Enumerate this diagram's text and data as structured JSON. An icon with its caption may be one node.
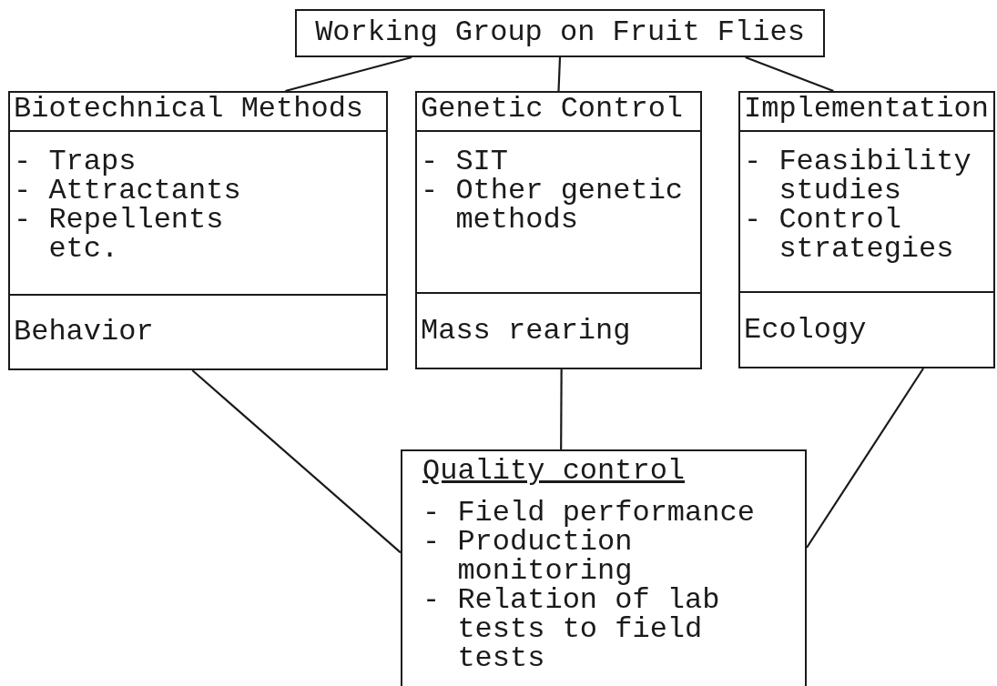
{
  "diagram": {
    "nodes": [
      {
        "text": [
          "Working Group on Fruit Flies"
        ]
      },
      {
        "text": [
          "Biotechnical Methods",
          "- Traps",
          "- Attractants",
          "- Repellents etc.",
          "Behavior"
        ]
      },
      {
        "text": [
          "Genetic Control",
          "- SIT",
          "- Other genetic methods",
          "Mass rearing"
        ]
      },
      {
        "text": [
          "Implementation",
          "- Feasibility studies",
          "- Control strategies",
          "Ecology"
        ]
      },
      {
        "text": [
          "Quality control",
          "- Field performance",
          "- Production monitoring",
          "- Relation of lab tests to field tests"
        ]
      }
    ],
    "edges": [
      {
        "from": 0,
        "to": 1,
        "arrow": "none"
      },
      {
        "from": 0,
        "to": 2,
        "arrow": "none"
      },
      {
        "from": 0,
        "to": 3,
        "arrow": "none"
      },
      {
        "from": 1,
        "to": 4,
        "arrow": "none"
      },
      {
        "from": 2,
        "to": 4,
        "arrow": "none"
      },
      {
        "from": 3,
        "to": 4,
        "arrow": "none"
      }
    ]
  }
}
